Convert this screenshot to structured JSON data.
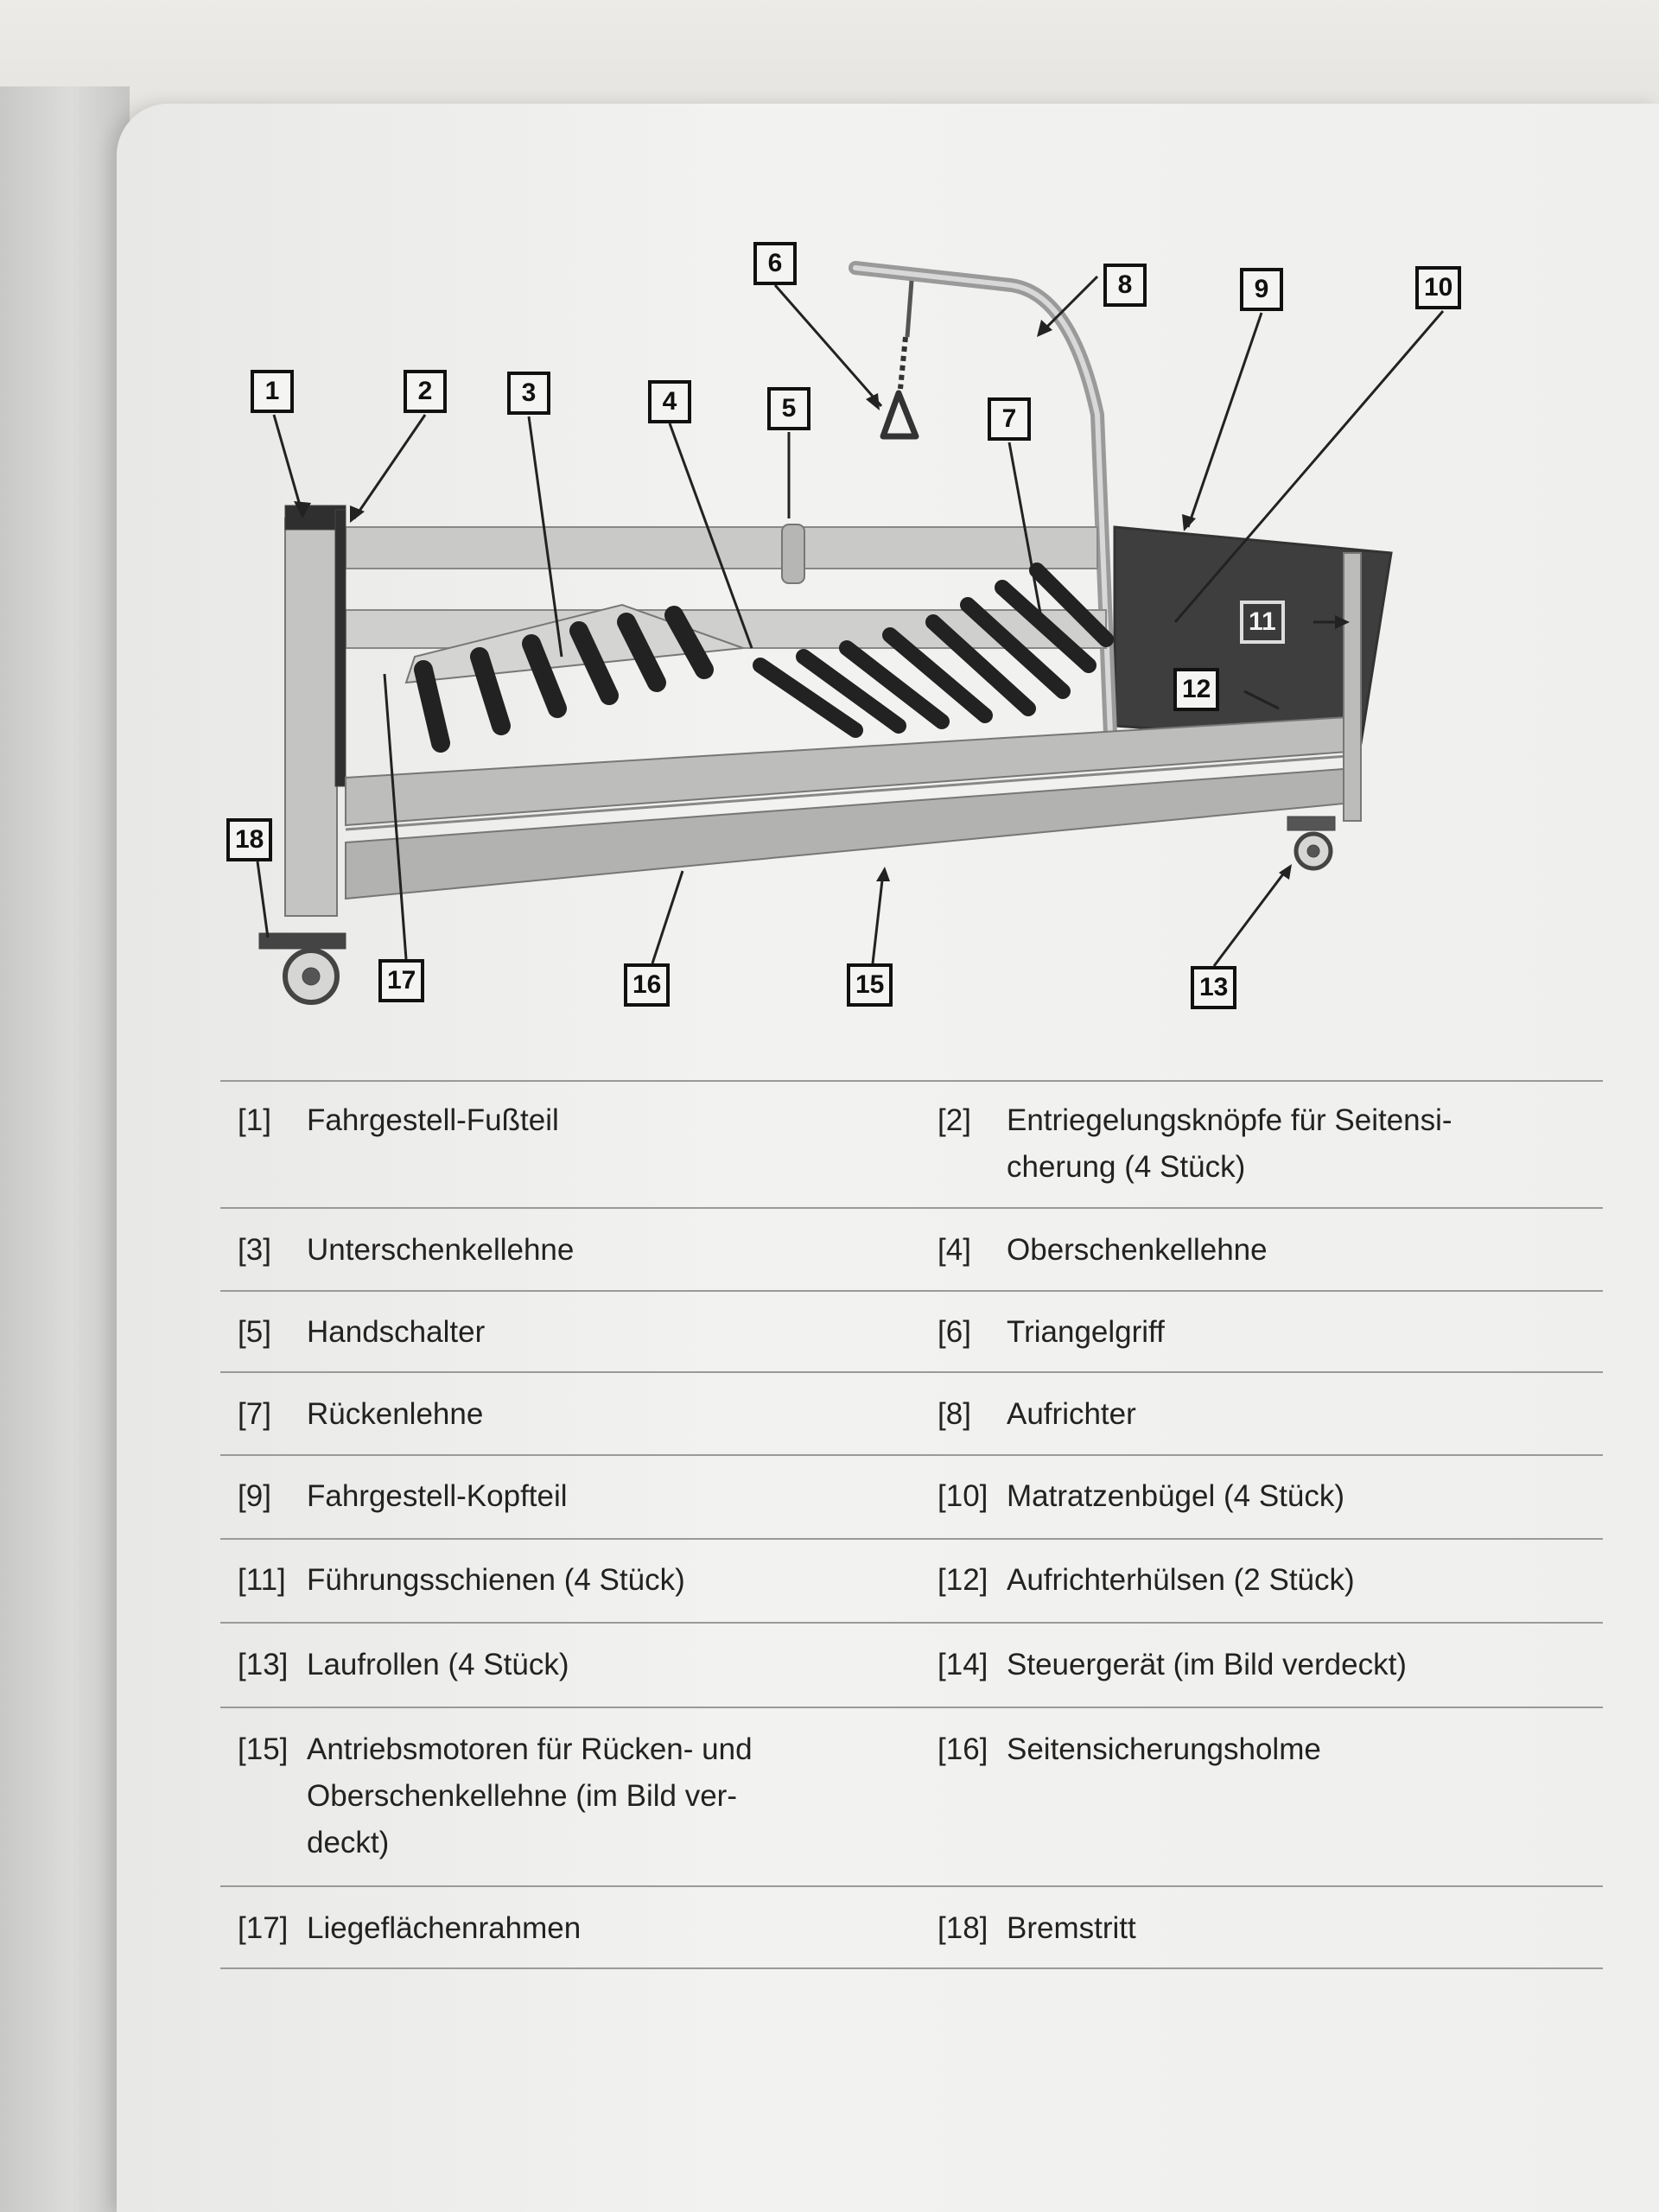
{
  "figure": {
    "callouts": [
      "1",
      "2",
      "3",
      "4",
      "5",
      "6",
      "7",
      "8",
      "9",
      "10",
      "11",
      "12",
      "13",
      "15",
      "16",
      "17",
      "18"
    ]
  },
  "legend": [
    {
      "num": "[1]",
      "text": "Fahrgestell-Fußteil"
    },
    {
      "num": "[2]",
      "text": "Entriegelungsknöpfe für Seitensi-\ncherung (4 Stück)"
    },
    {
      "num": "[3]",
      "text": "Unterschenkellehne"
    },
    {
      "num": "[4]",
      "text": "Oberschenkellehne"
    },
    {
      "num": "[5]",
      "text": "Handschalter"
    },
    {
      "num": "[6]",
      "text": "Triangelgriff"
    },
    {
      "num": "[7]",
      "text": "Rückenlehne"
    },
    {
      "num": "[8]",
      "text": "Aufrichter"
    },
    {
      "num": "[9]",
      "text": "Fahrgestell-Kopfteil"
    },
    {
      "num": "[10]",
      "text": "Matratzenbügel (4 Stück)"
    },
    {
      "num": "[11]",
      "text": "Führungsschienen (4 Stück)"
    },
    {
      "num": "[12]",
      "text": "Aufrichterhülsen (2 Stück)"
    },
    {
      "num": "[13]",
      "text": "Laufrollen (4 Stück)"
    },
    {
      "num": "[14]",
      "text": "Steuergerät (im Bild verdeckt)"
    },
    {
      "num": "[15]",
      "text": "Antriebsmotoren für Rücken- und\nOberschenkellehne (im Bild ver-\ndeckt)"
    },
    {
      "num": "[16]",
      "text": "Seitensicherungsholme"
    },
    {
      "num": "[17]",
      "text": "Liegeflächenrahmen"
    },
    {
      "num": "[18]",
      "text": "Bremstritt"
    }
  ]
}
